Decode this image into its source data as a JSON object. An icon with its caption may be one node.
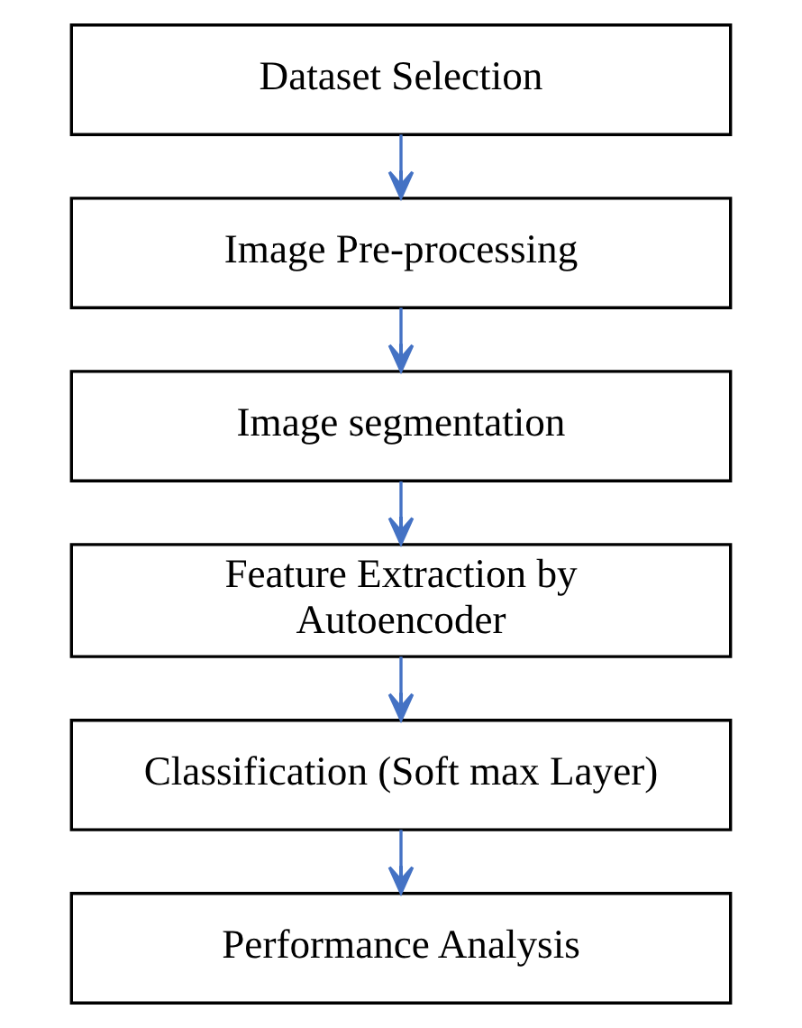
{
  "diagram": {
    "nodes": [
      {
        "text": [
          "Dataset Selection"
        ]
      },
      {
        "text": [
          "Image Pre-processing"
        ]
      },
      {
        "text": [
          "Image segmentation"
        ]
      },
      {
        "text": [
          "Feature Extraction by Autoencoder"
        ]
      },
      {
        "text": [
          "Classification (Soft max Layer)"
        ]
      },
      {
        "text": [
          "Performance Analysis"
        ]
      }
    ],
    "edges": [
      {
        "from": 0,
        "to": 1,
        "arrow": "to"
      },
      {
        "from": 1,
        "to": 2,
        "arrow": "to"
      },
      {
        "from": 2,
        "to": 3,
        "arrow": "to"
      },
      {
        "from": 3,
        "to": 4,
        "arrow": "to"
      },
      {
        "from": 4,
        "to": 5,
        "arrow": "to"
      }
    ]
  }
}
